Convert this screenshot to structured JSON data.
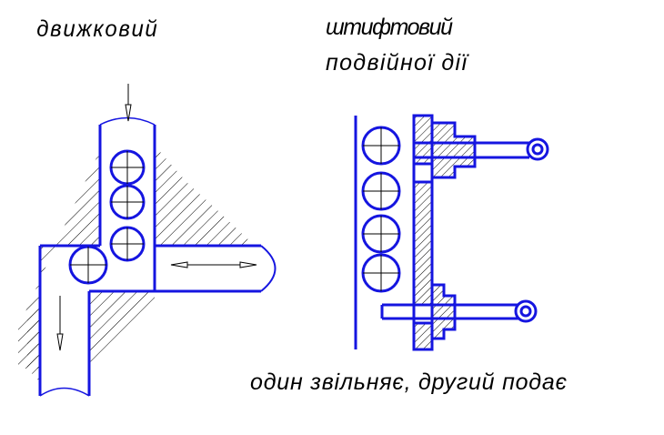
{
  "labels": {
    "left_title": "движковий",
    "right_title_line1": "штифтовий",
    "right_title_line2": "подвійної  дії",
    "caption": "один звільняє, другий подає"
  },
  "colors": {
    "outline": "#1515e0",
    "hatch": "#000000",
    "text": "#000000"
  }
}
